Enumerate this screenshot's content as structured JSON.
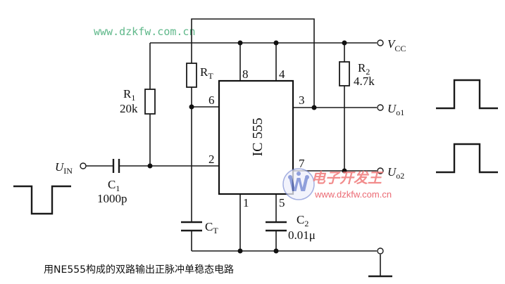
{
  "watermark_top": "www.dzkfw.com.cn",
  "watermark_logo": {
    "site_name_cn": "电子开发王",
    "url": "www.dzkfw.com.cn",
    "logo_letter": "W",
    "accent_color": "#e8505b",
    "logo_color": "#6a7fd0"
  },
  "components": {
    "R1": {
      "name": "R",
      "sub": "1",
      "value": "20k"
    },
    "RT": {
      "name": "R",
      "sub": "T"
    },
    "R2": {
      "name": "R",
      "sub": "2",
      "value": "4.7k"
    },
    "C1": {
      "name": "C",
      "sub": "1",
      "value": "1000p"
    },
    "CT": {
      "name": "C",
      "sub": "T"
    },
    "C2": {
      "name": "C",
      "sub": "2",
      "value": "0.01μ"
    },
    "IC": {
      "label": "IC 555"
    }
  },
  "pins": {
    "p8": "8",
    "p4": "4",
    "p6": "6",
    "p3": "3",
    "p2": "2",
    "p7": "7",
    "p1": "1",
    "p5": "5"
  },
  "terminals": {
    "vcc": {
      "name": "V",
      "sub": "CC"
    },
    "uin": {
      "name": "U",
      "sub": "IN"
    },
    "uo1": {
      "name": "U",
      "sub": "o1"
    },
    "uo2": {
      "name": "U",
      "sub": "o2"
    }
  },
  "waveforms": {
    "input": "negative-pulse",
    "output1": "positive-pulse",
    "output2": "positive-pulse"
  },
  "caption": "用NE555构成的双路输出正脉冲单稳态电路"
}
